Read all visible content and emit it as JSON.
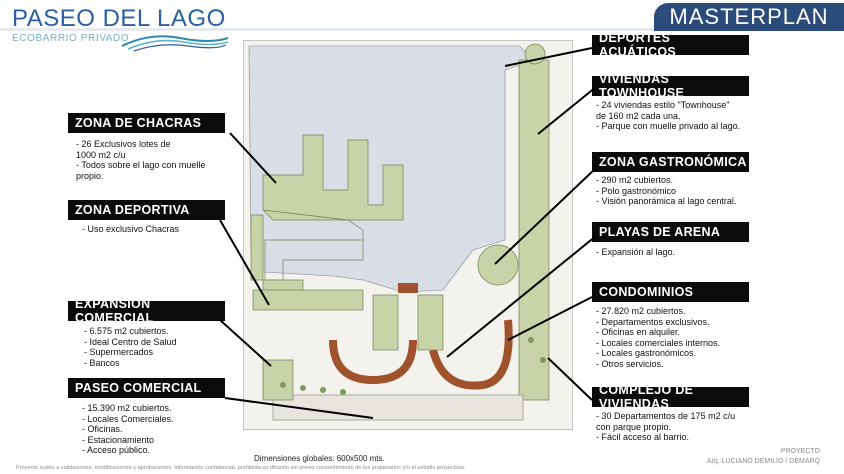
{
  "brand": {
    "title": "PASEO DEL LAGO",
    "subtitle": "ECOBARRIO PRIVADO"
  },
  "section_title": "MASTERPLAN",
  "labels": {
    "deportes_acuaticos": {
      "title": "DEPORTES ACUÁTICOS"
    },
    "viviendas_townhouse": {
      "title": "VIVIENDAS TOWNHOUSE",
      "text": "- 24 viviendas estilo \"Townhouse\"\n  de 160 m2 cada una.\n- Parque con muelle privado al lago."
    },
    "zona_chacras": {
      "title": "ZONA DE CHACRAS",
      "text": "- 26 Exclusivos lotes de\n  1000 m2 c/u\n- Todos sobre el lago con muelle\n  propio."
    },
    "zona_gastronomica": {
      "title": "ZONA GASTRONÓMICA",
      "text": "- 290 m2 cubiertos.\n- Polo gastronómico\n- Visión panorámica al lago central."
    },
    "zona_deportiva": {
      "title": "ZONA DEPORTIVA",
      "text": "- Uso exclusivo Chacras"
    },
    "playas_arena": {
      "title": "PLAYAS DE ARENA",
      "text": "- Expansión al lago."
    },
    "expansion_comercial": {
      "title": "EXPANSIÓN COMERCIAL",
      "text": "- 6.575 m2 cubiertos.\n- Ideal Centro de Salud\n- Supermercados\n- Bancos"
    },
    "condominios": {
      "title": "CONDOMINIOS",
      "text": "- 27.820 m2 cubiertos.\n- Departamentos exclusivos.\n- Oficinas en alquiler.\n- Locales comerciales internos.\n- Locales gastronómicos.\n- Otros servicios."
    },
    "paseo_comercial": {
      "title": "PASEO COMERCIAL",
      "text": "- 15.390 m2 cubiertos.\n- Locales Comerciales.\n- Oficinas.\n- Estacionamiento\n- Acceso público."
    },
    "complejo_viviendas": {
      "title": "COMPLEJO DE VIVIENDAS",
      "text": "- 30 Departamentos de 175 m2 c/u\n  con parque propio.\n- Fácil acceso al barrio."
    }
  },
  "dimensions_note": "Dimensiones globales: 600x500 mts.",
  "footer_note": "Proyecto sujeto a validaciones, modificaciones y aprobaciones. Información confidencial, prohibida su difusión sin previo consentimiento de los propietarios y/o el estudio proyectista.",
  "credit": {
    "line1": "PROYECTO",
    "line2": "Arq. LUCIANO DEMILIO / DEMARQ"
  },
  "colors": {
    "brand_blue": "#2a5fa0",
    "header_navy": "#2b4b7a",
    "label_black": "#0b0b0b",
    "lake": "#d9dde6",
    "green": "#c9d3a8",
    "terracotta": "#a0522d"
  }
}
